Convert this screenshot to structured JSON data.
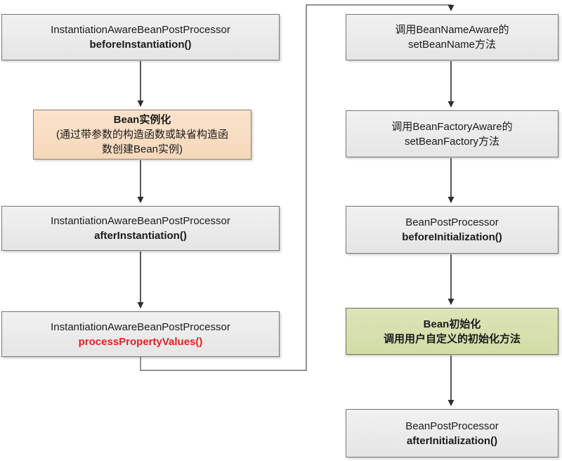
{
  "diagram": {
    "type": "flowchart",
    "boxes": {
      "l1": {
        "line1": "InstantiationAwareBeanPostProcessor",
        "line2": "beforeInstantiation()"
      },
      "l2": {
        "line1": "Bean实例化",
        "line2": "(通过带参数的构造函数或缺省构造函",
        "line3": "数创建Bean实例)"
      },
      "l3": {
        "line1": "InstantiationAwareBeanPostProcessor",
        "line2": "afterInstantiation()"
      },
      "l4": {
        "line1": "InstantiationAwareBeanPostProcessor",
        "line2": "processPropertyValues()"
      },
      "r1": {
        "line1": "调用BeanNameAware的",
        "line2": "setBeanName方法"
      },
      "r2": {
        "line1": "调用BeanFactoryAware的",
        "line2": "setBeanFactory方法"
      },
      "r3": {
        "line1": "BeanPostProcessor",
        "line2": "beforeInitialization()"
      },
      "r4": {
        "line1": "Bean初始化",
        "line2": "调用用户自定义的初始化方法"
      },
      "r5": {
        "line1": "BeanPostProcessor",
        "line2": "afterInitialization()"
      }
    },
    "edges": [
      "l1->l2",
      "l2->l3",
      "l3->l4",
      "l4->r1",
      "r1->r2",
      "r2->r3",
      "r3->r4",
      "r4->r5"
    ],
    "colors": {
      "default_box_fill": "#ebebeb",
      "default_box_border": "#757575",
      "instantiate_box_fill": "#f8ddc3",
      "initialize_box_fill": "#d7dfad",
      "highlight_text": "#e41e26",
      "arrow": "#444444",
      "background": "#ffffff"
    }
  }
}
